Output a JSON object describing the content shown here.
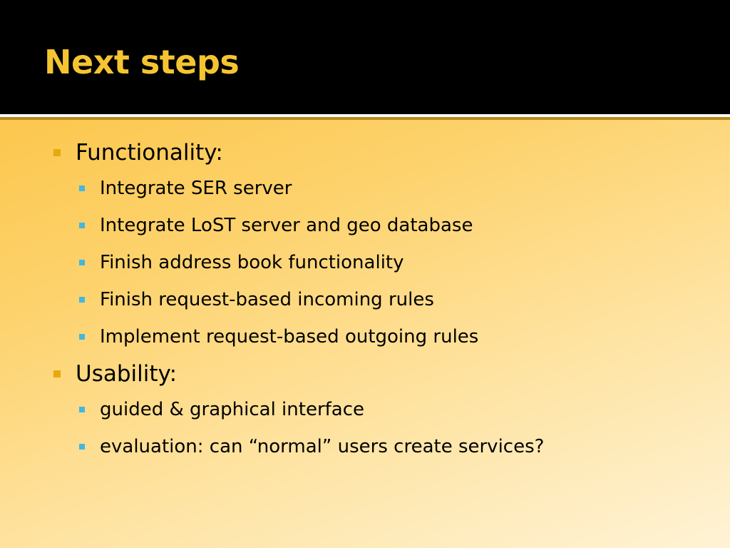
{
  "slide": {
    "title": "Next steps",
    "colors": {
      "title": "#f5c531",
      "header_background": "#000000",
      "level1_bullet": "#e7a90c",
      "level2_bullet": "#43b7e0",
      "content_gradient_start": "#fcc74d",
      "content_gradient_end": "#fff3d6"
    },
    "sections": [
      {
        "label": "Functionality:",
        "items": [
          "Integrate SER server",
          "Integrate LoST server and geo database",
          "Finish address book functionality",
          "Finish request-based incoming rules",
          "Implement request-based outgoing rules"
        ]
      },
      {
        "label": "Usability:",
        "items": [
          "guided & graphical interface",
          "evaluation: can “normal” users create services?"
        ]
      }
    ]
  }
}
